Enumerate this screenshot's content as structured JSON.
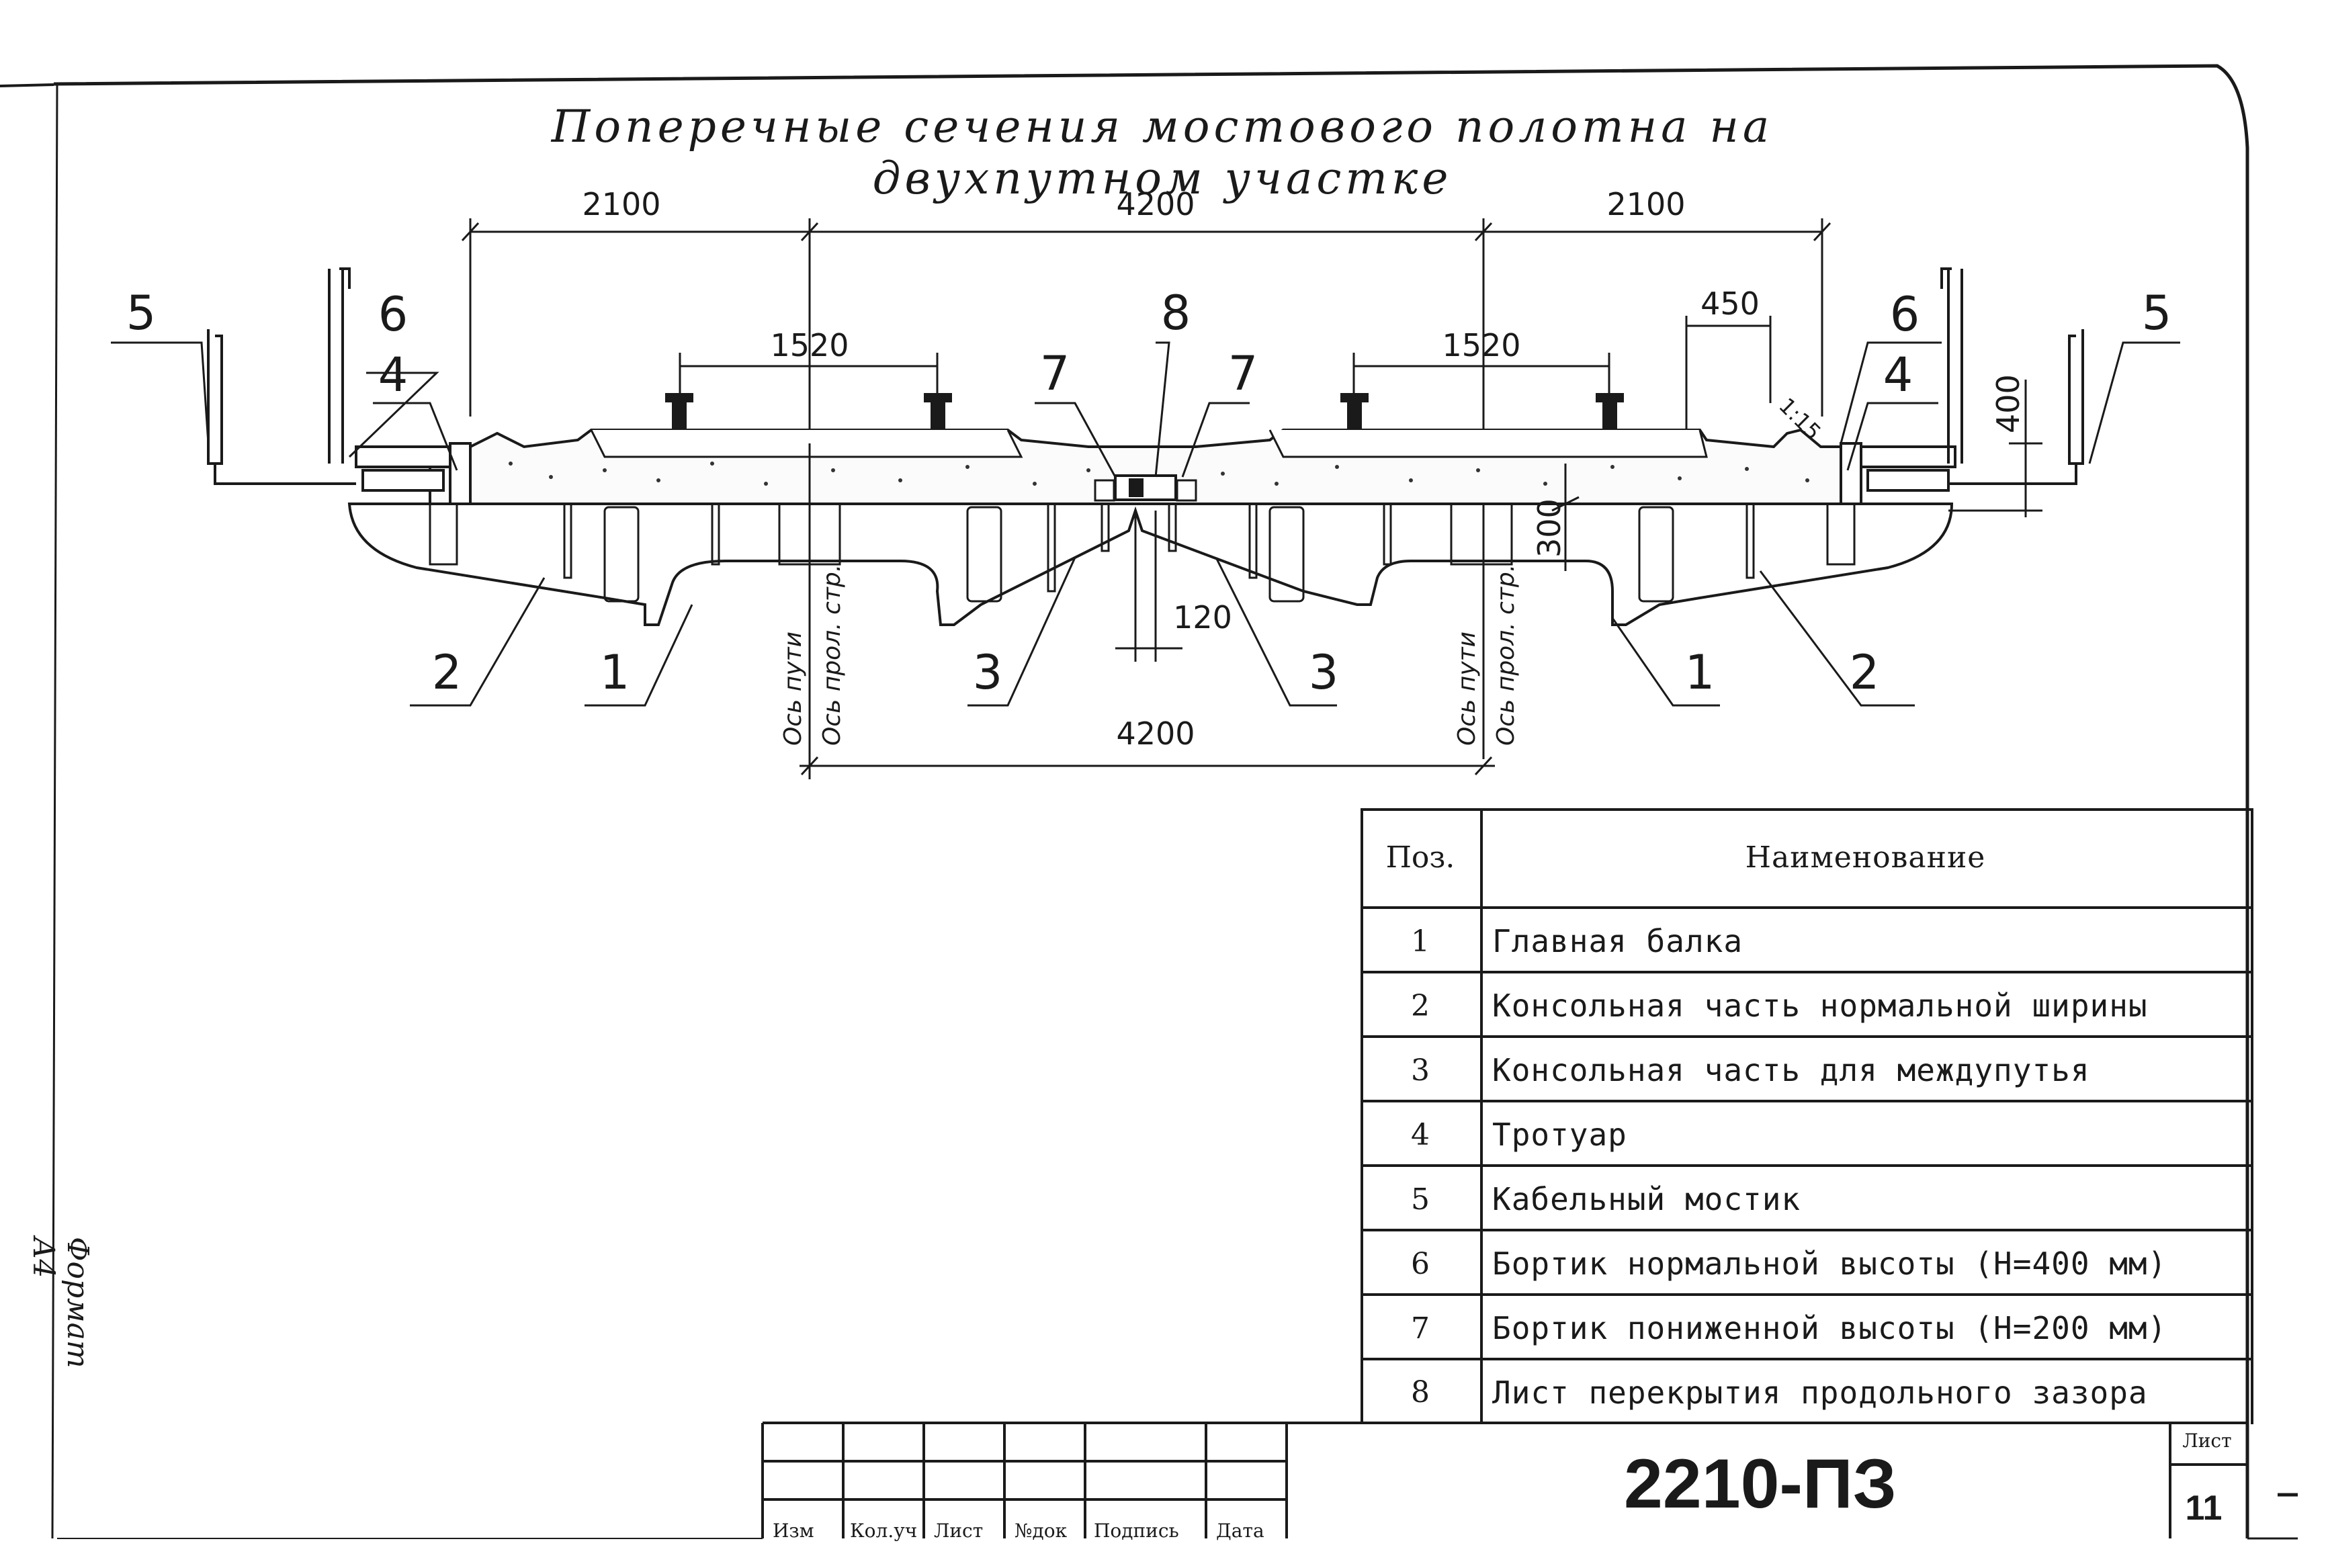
{
  "title": "Поперечные сечения мостового полотна на двухпутном участке",
  "dimensions": {
    "top_left": "2100",
    "top_center": "4200",
    "top_right": "2100",
    "gauge_left": "1520",
    "gauge_right": "1520",
    "curb_width": "450",
    "slope": "1:15",
    "height_400": "400",
    "depth_300": "300",
    "gap_120": "120",
    "bottom_center": "4200"
  },
  "axis_labels": {
    "track_axis": "Ось пути",
    "span_axis": "Ось прол. стр."
  },
  "callouts": {
    "c1": "1",
    "c2": "2",
    "c3": "3",
    "c4": "4",
    "c5": "5",
    "c6": "6",
    "c7": "7",
    "c8": "8"
  },
  "table": {
    "header_pos": "Поз.",
    "header_name": "Наименование",
    "rows": [
      {
        "pos": "1",
        "name": "Главная балка"
      },
      {
        "pos": "2",
        "name": "Консольная часть нормальной ширины"
      },
      {
        "pos": "3",
        "name": "Консольная часть для междупутья"
      },
      {
        "pos": "4",
        "name": "Тротуар"
      },
      {
        "pos": "5",
        "name": "Кабельный мостик"
      },
      {
        "pos": "6",
        "name": "Бортик нормальной высоты (Н=400 мм)"
      },
      {
        "pos": "7",
        "name": "Бортик пониженной высоты (Н=200 мм)"
      },
      {
        "pos": "8",
        "name": "Лист перекрытия продольного зазора"
      }
    ]
  },
  "stamp": {
    "col_izm": "Изм",
    "col_kol": "Кол.уч",
    "col_list": "Лист",
    "col_ndok": "№док",
    "col_podpis": "Подпись",
    "col_data": "Дата",
    "doc_code": "2210-ПЗ",
    "sheet_label": "Лист",
    "sheet_number": "11"
  },
  "format_label": "Формат А4"
}
